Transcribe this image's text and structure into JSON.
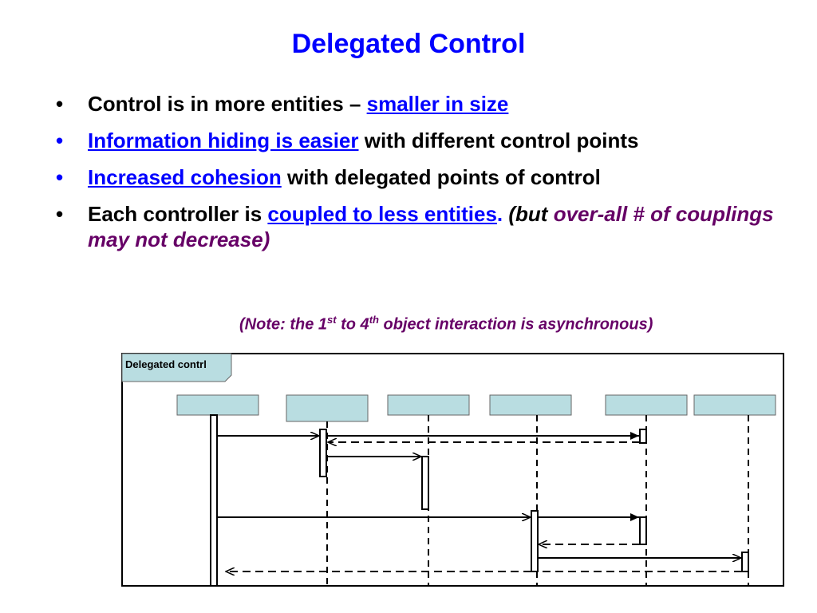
{
  "title": "Delegated Control",
  "bullets": [
    {
      "text1": "Control is in more entities – ",
      "link": "smaller in size"
    },
    {
      "link": "Information hiding is easier",
      "text1": " with different control points"
    },
    {
      "link": "Increased cohesion",
      "text1": " with delegated points of control"
    },
    {
      "text1": "Each controller is ",
      "link": "coupled to less entities",
      "text2": ".",
      "italic1": " (but ",
      "italic_purple": "over-all # of couplings may not decrease)"
    }
  ],
  "note": {
    "part1": "(Note: the 1",
    "sup1": "st",
    "part2": " to 4",
    "sup2": "th",
    "part3": " object interaction is asynchronous)"
  },
  "diagram": {
    "frame_label": "Delegated contrl",
    "colors": {
      "box_fill": "#b9dde1",
      "box_stroke": "#666666",
      "line": "#000000"
    }
  }
}
